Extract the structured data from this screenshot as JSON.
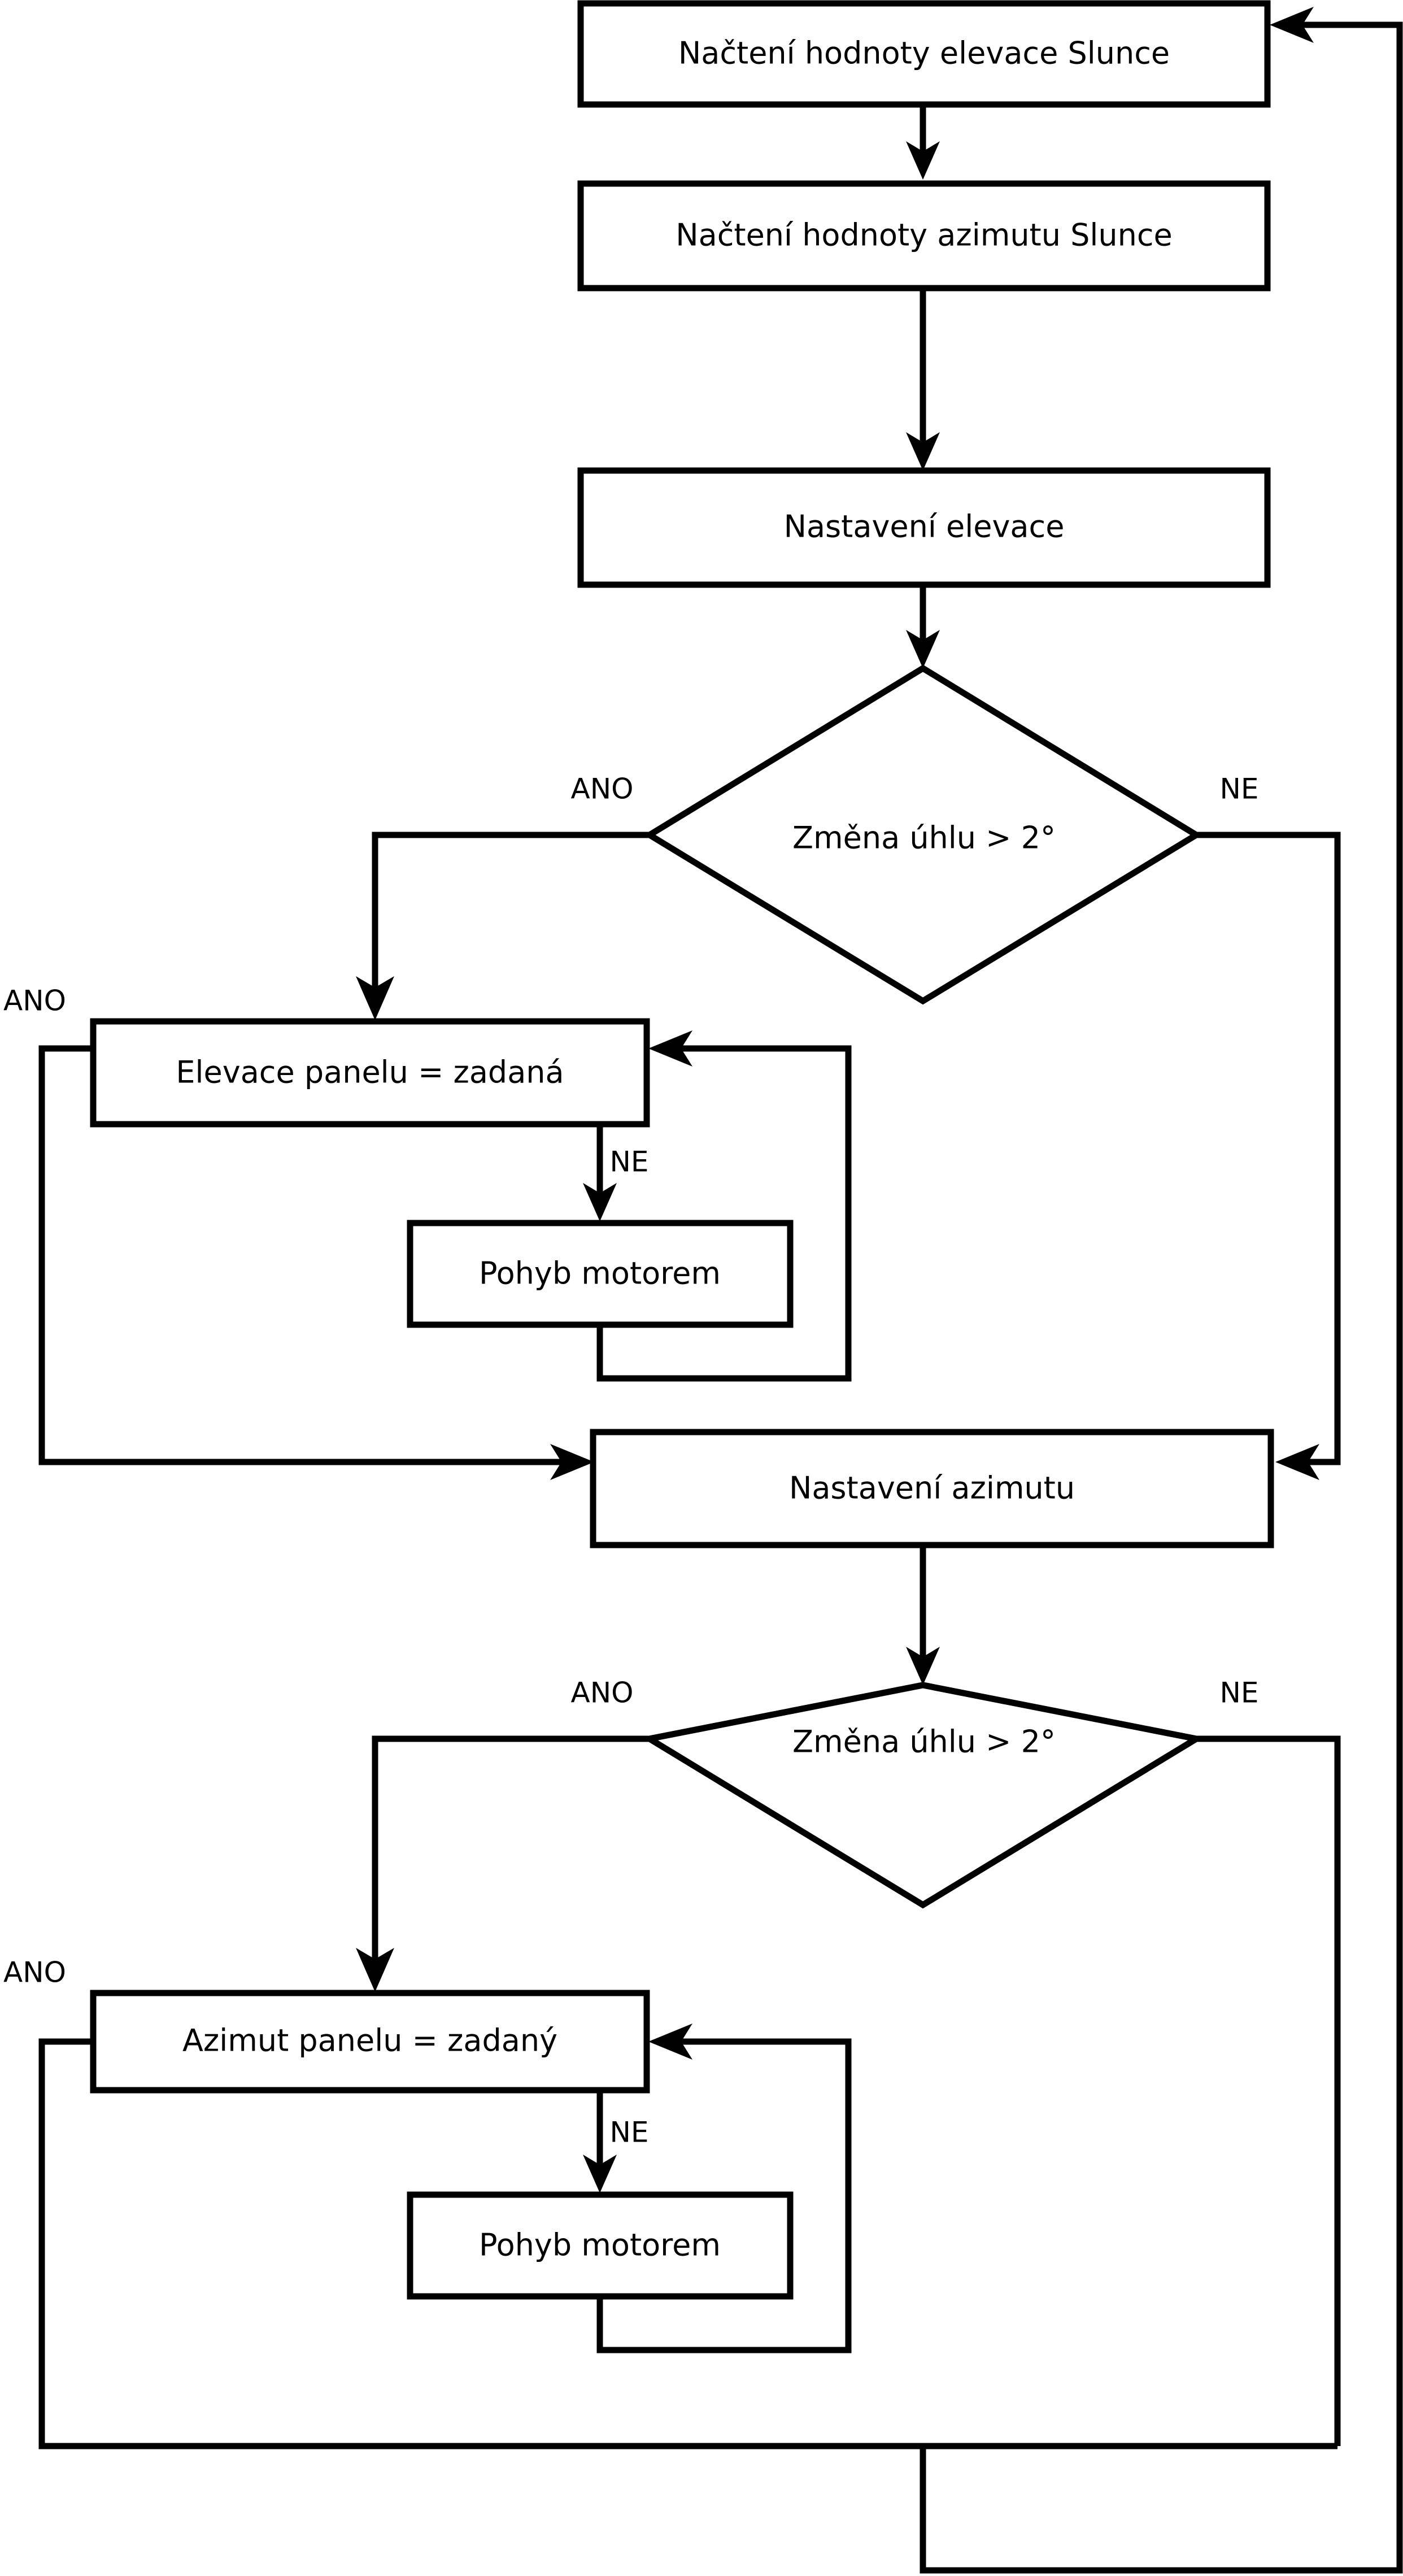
{
  "diagram": {
    "type": "flowchart",
    "language": "cs",
    "title": "Algoritmus sledovani Slunce solarnim panelem",
    "colors": {
      "background": "#ffffff",
      "stroke": "#000000",
      "fill": "#ffffff",
      "text": "#000000"
    }
  },
  "nodes": {
    "read_elevation": {
      "label": "Načtení hodnoty elevace Slunce",
      "shape": "process"
    },
    "read_azimuth": {
      "label": "Načtení hodnoty azimutu Slunce",
      "shape": "process"
    },
    "set_elevation": {
      "label": "Nastavení elevace",
      "shape": "process"
    },
    "decide_elevation": {
      "label": "Změna úhlu > 2°",
      "shape": "decision"
    },
    "panel_elevation_check": {
      "label": "Elevace panelu = zadaná",
      "shape": "process"
    },
    "motor_move_elevation": {
      "label": "Pohyb motorem",
      "shape": "process"
    },
    "set_azimuth": {
      "label": "Nastavení azimutu",
      "shape": "process"
    },
    "decide_azimuth": {
      "label": "Změna úhlu > 2°",
      "shape": "decision"
    },
    "panel_azimuth_check": {
      "label": "Azimut panelu = zadaný",
      "shape": "process"
    },
    "motor_move_azimuth": {
      "label": "Pohyb motorem",
      "shape": "process"
    }
  },
  "edge_labels": {
    "elev_decision_yes": "ANO",
    "elev_decision_no": "NE",
    "elev_panel_yes": "ANO",
    "elev_panel_no": "NE",
    "azim_decision_yes": "ANO",
    "azim_decision_no": "NE",
    "azim_panel_yes": "ANO",
    "azim_panel_no": "NE"
  },
  "edges": [
    {
      "from": "read_elevation",
      "to": "read_azimuth",
      "label": ""
    },
    {
      "from": "read_azimuth",
      "to": "set_elevation",
      "label": ""
    },
    {
      "from": "set_elevation",
      "to": "decide_elevation",
      "label": ""
    },
    {
      "from": "decide_elevation",
      "to": "panel_elevation_check",
      "label": "ANO"
    },
    {
      "from": "decide_elevation",
      "to": "set_azimuth",
      "label": "NE"
    },
    {
      "from": "panel_elevation_check",
      "to": "set_azimuth",
      "label": "ANO"
    },
    {
      "from": "panel_elevation_check",
      "to": "motor_move_elevation",
      "label": "NE"
    },
    {
      "from": "motor_move_elevation",
      "to": "panel_elevation_check",
      "label": ""
    },
    {
      "from": "set_azimuth",
      "to": "decide_azimuth",
      "label": ""
    },
    {
      "from": "decide_azimuth",
      "to": "panel_azimuth_check",
      "label": "ANO"
    },
    {
      "from": "decide_azimuth",
      "to": "read_elevation",
      "label": "NE"
    },
    {
      "from": "panel_azimuth_check",
      "to": "read_elevation",
      "label": "ANO"
    },
    {
      "from": "panel_azimuth_check",
      "to": "motor_move_azimuth",
      "label": "NE"
    },
    {
      "from": "motor_move_azimuth",
      "to": "panel_azimuth_check",
      "label": ""
    }
  ]
}
